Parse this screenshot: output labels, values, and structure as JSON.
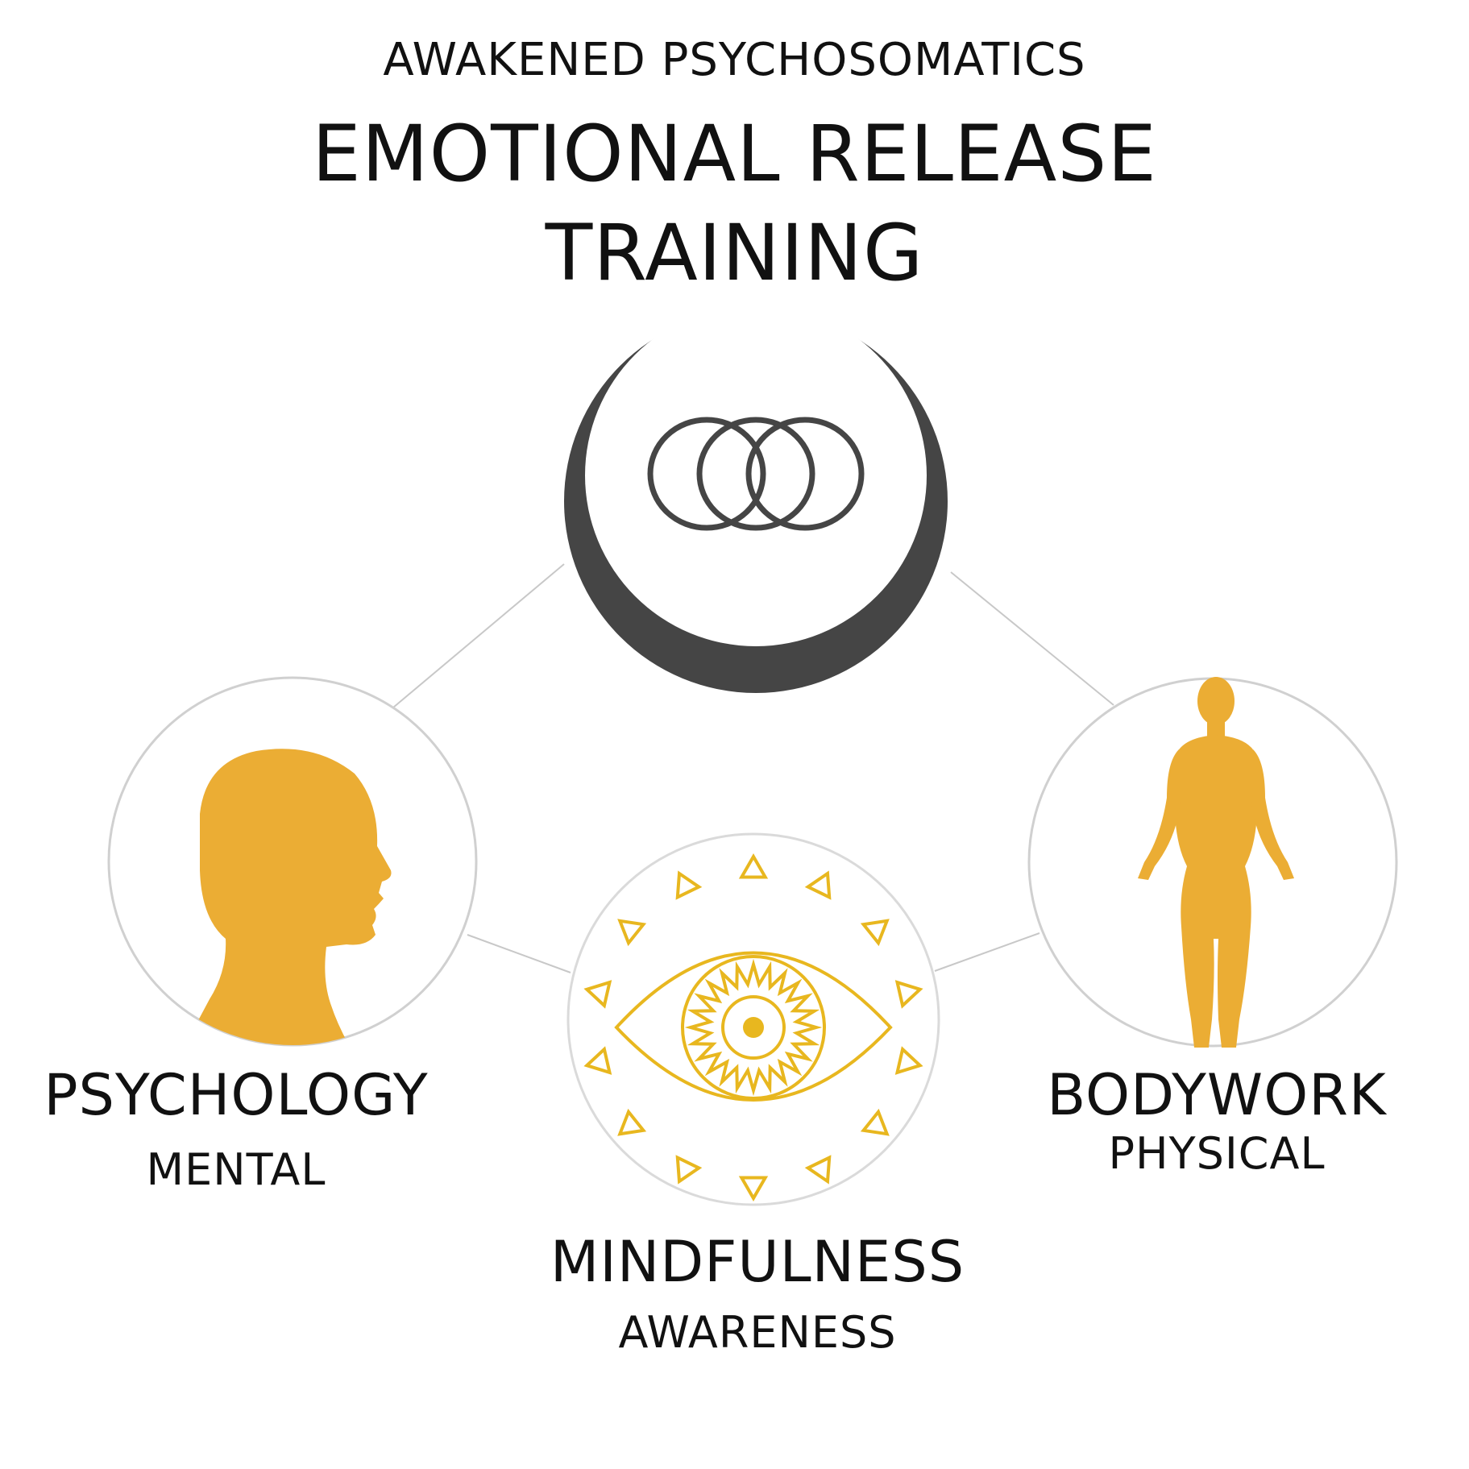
{
  "header": {
    "overline": "AWAKENED PSYCHOSOMATICS",
    "title_line1": "EMOTIONAL RELEASE",
    "title_line2": "TRAINING"
  },
  "nodes": {
    "center": {
      "icon": "three-rings-icon"
    },
    "psychology": {
      "label": "PSYCHOLOGY",
      "sublabel": "MENTAL",
      "icon": "head-profile-icon"
    },
    "mindfulness": {
      "label": "MINDFULNESS",
      "sublabel": "AWARENESS",
      "icon": "eye-icon"
    },
    "bodywork": {
      "label": "BODYWORK",
      "sublabel": "PHYSICAL",
      "icon": "human-body-icon"
    }
  },
  "colors": {
    "accent": "#EBAD34",
    "eye": "#E8B71F",
    "dark": "#454545",
    "connector": "#C8C8C8",
    "circle_border": "#D0D0D0",
    "text": "#111111"
  }
}
